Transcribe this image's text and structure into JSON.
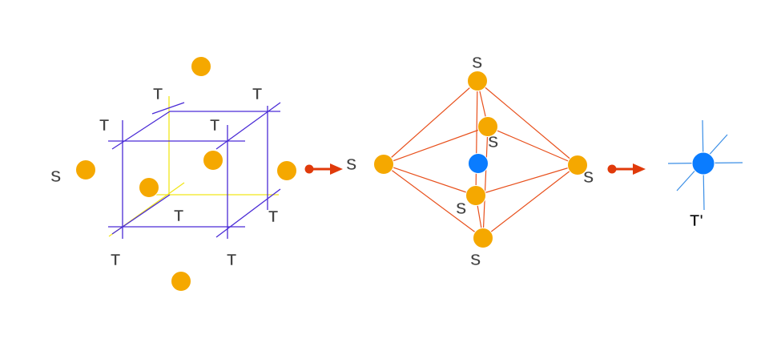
{
  "colors": {
    "sphere_orange": "#f5a800",
    "sphere_blue": "#0a7cff",
    "cube_lines": "#4a2bd6",
    "guide_lines": "#f2e61a",
    "octahedron_edges": "#e8501c",
    "arrow": "#e03a0a",
    "star_lines": "#3a8ee6",
    "label": "#444444"
  },
  "labels": {
    "cube_T": "T",
    "cube_S": "S",
    "octa_S": "S",
    "result": "T'"
  },
  "icons": {
    "arrow1": "right-arrow-icon",
    "arrow2": "right-arrow-icon"
  }
}
